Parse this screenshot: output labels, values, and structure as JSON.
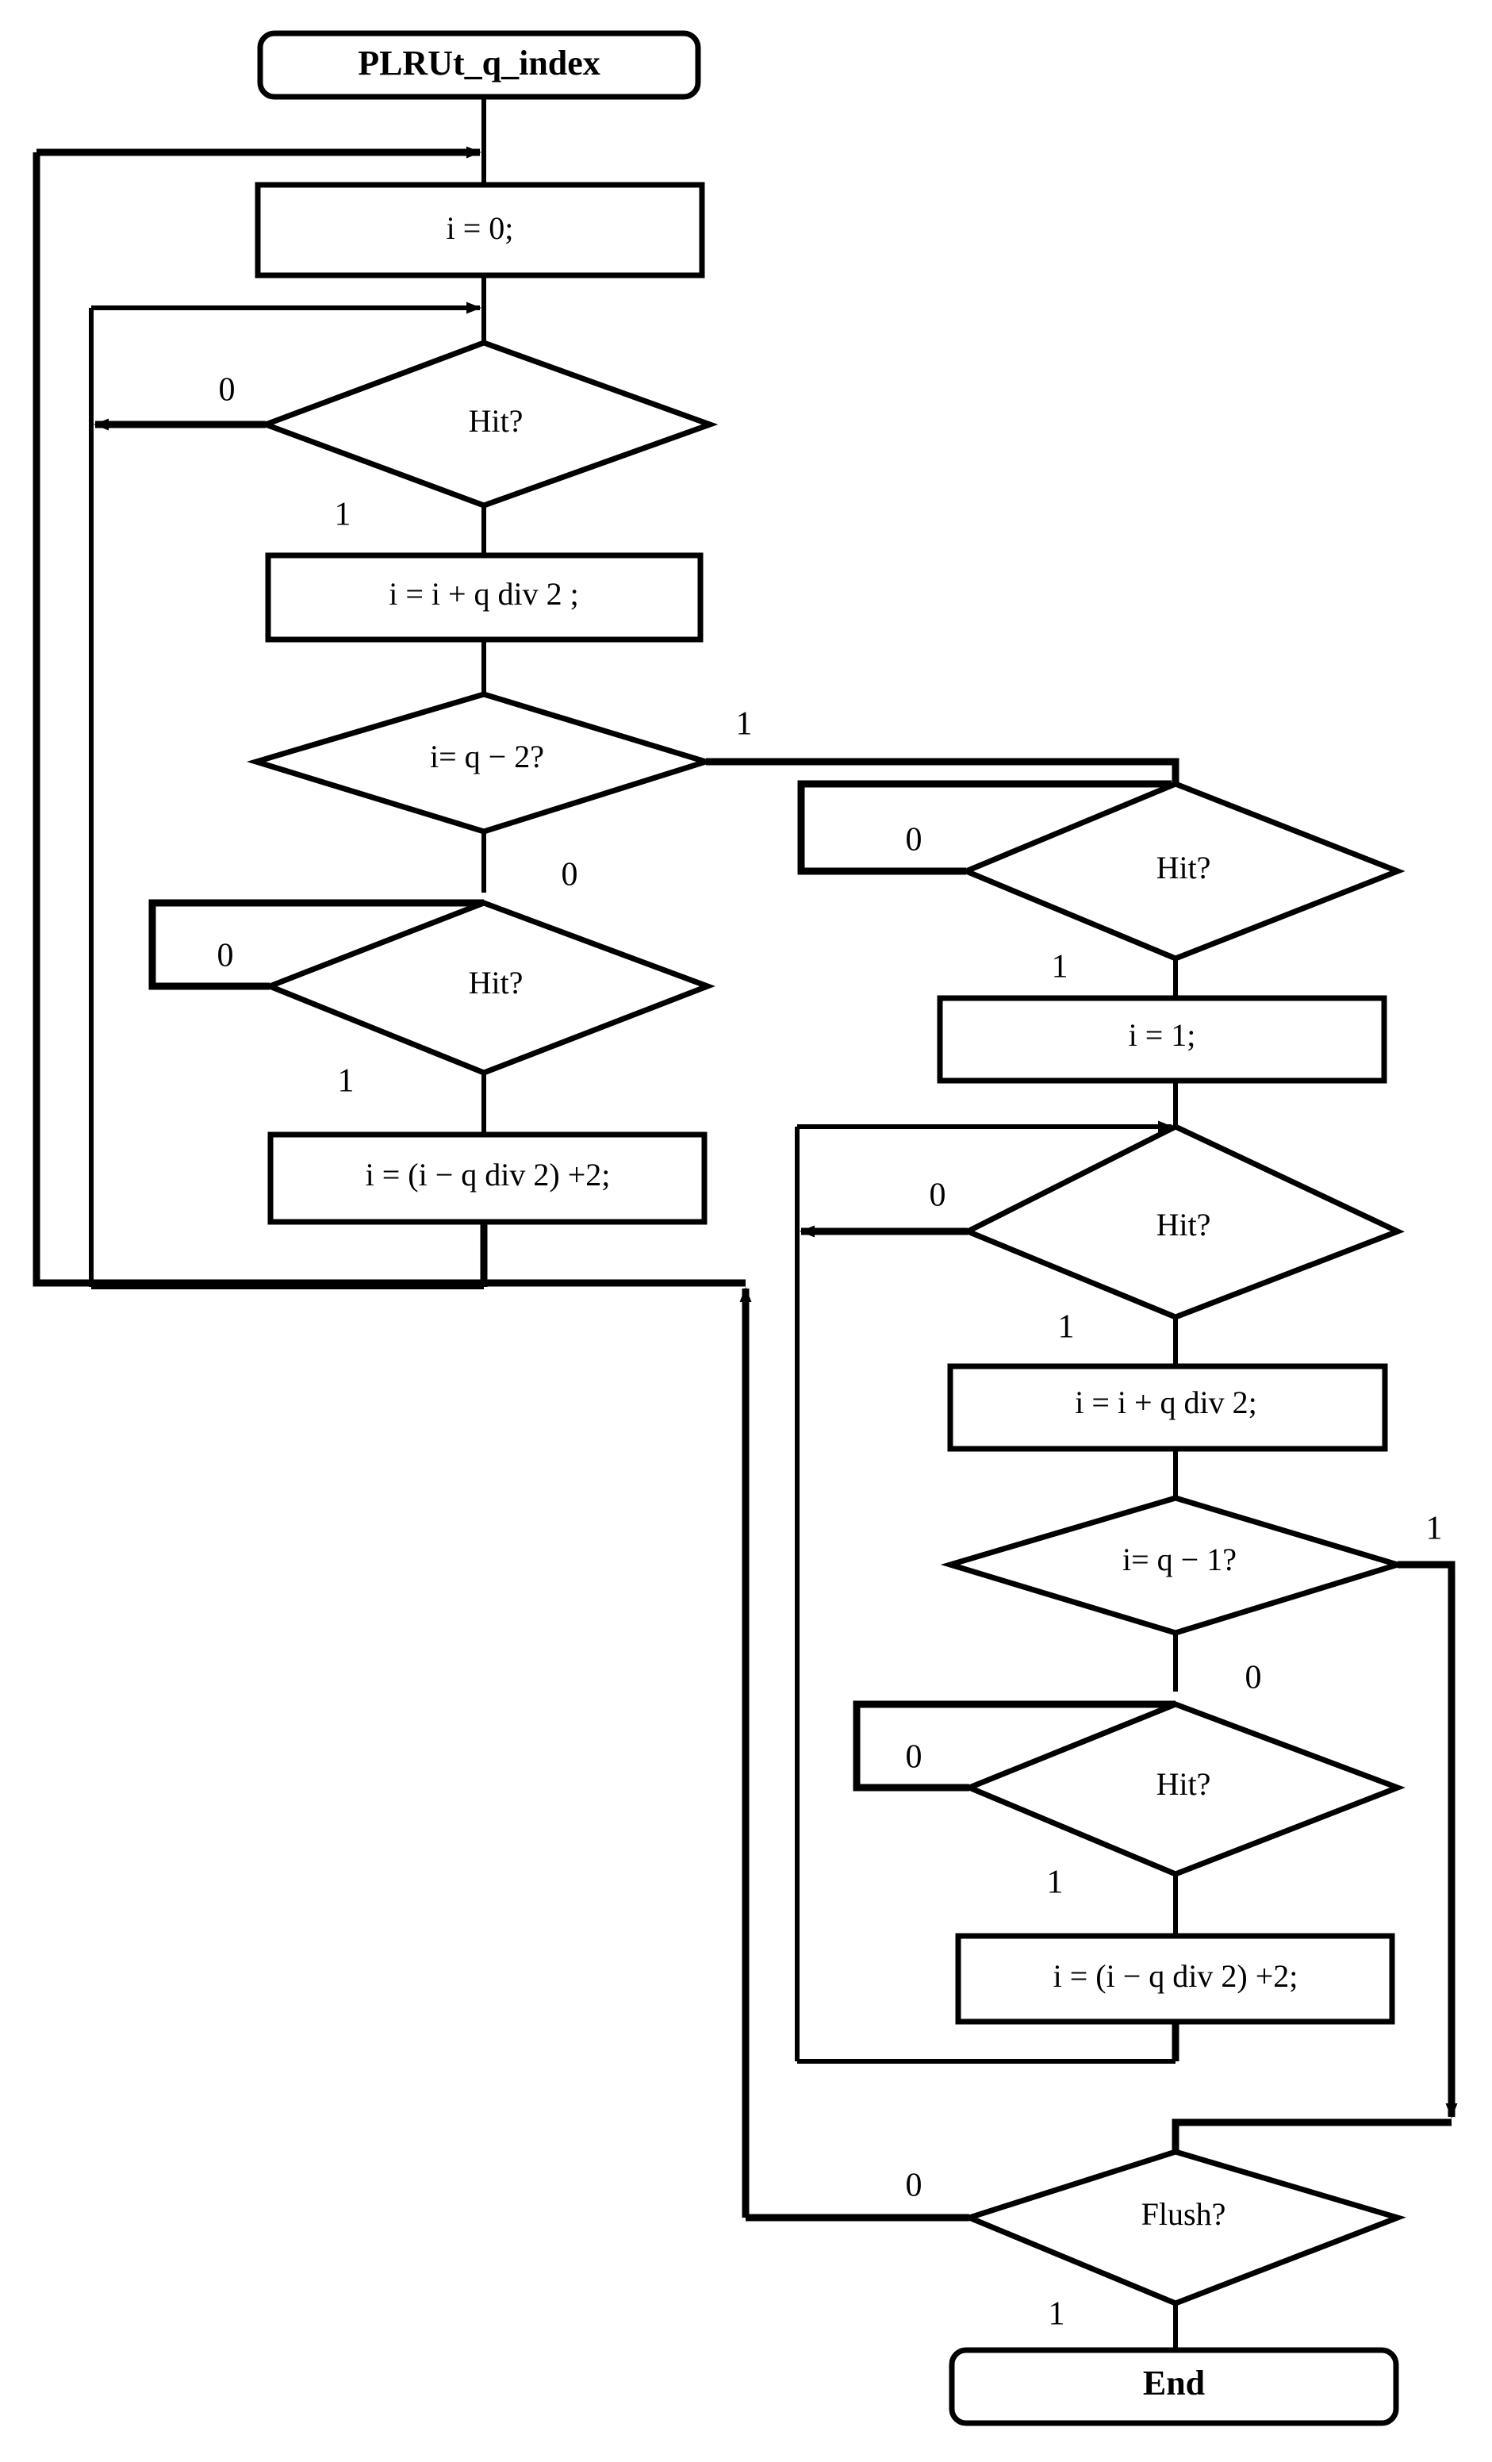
{
  "diagram": {
    "title": "PLRUt_q_index",
    "type": "flowchart",
    "nodes": [
      {
        "id": "start",
        "shape": "terminator",
        "label": "PLRUt_q_index"
      },
      {
        "id": "init0",
        "shape": "process",
        "label": "i = 0;"
      },
      {
        "id": "hit1",
        "shape": "decision",
        "label": "Hit?"
      },
      {
        "id": "add1",
        "shape": "process",
        "label": "i = i + q div 2 ;"
      },
      {
        "id": "isq2",
        "shape": "decision",
        "label": "i= q − 2?"
      },
      {
        "id": "hit2",
        "shape": "decision",
        "label": "Hit?"
      },
      {
        "id": "sub1",
        "shape": "process",
        "label": "i = (i − q div 2) +2;"
      },
      {
        "id": "hit3",
        "shape": "decision",
        "label": "Hit?"
      },
      {
        "id": "init1",
        "shape": "process",
        "label": "i = 1;"
      },
      {
        "id": "hit4",
        "shape": "decision",
        "label": "Hit?"
      },
      {
        "id": "add2",
        "shape": "process",
        "label": "i = i + q div 2;"
      },
      {
        "id": "isq1",
        "shape": "decision",
        "label": "i= q − 1?"
      },
      {
        "id": "hit5",
        "shape": "decision",
        "label": "Hit?"
      },
      {
        "id": "sub2",
        "shape": "process",
        "label": "i = (i − q div 2) +2;"
      },
      {
        "id": "flush",
        "shape": "decision",
        "label": "Flush?"
      },
      {
        "id": "end",
        "shape": "terminator",
        "label": "End"
      }
    ],
    "edge_labels": {
      "hit1_false": "0",
      "hit1_true": "1",
      "isq2_true": "1",
      "isq2_false": "0",
      "hit2_false": "0",
      "hit2_true": "1",
      "hit3_false": "0",
      "hit3_true": "1",
      "hit4_false": "0",
      "hit4_true": "1",
      "isq1_true": "1",
      "isq1_false": "0",
      "hit5_false": "0",
      "hit5_true": "1",
      "flush_false": "0",
      "flush_true": "1"
    },
    "colors": {
      "stroke": "#000000",
      "fill": "#ffffff",
      "background": "#ffffff"
    }
  }
}
